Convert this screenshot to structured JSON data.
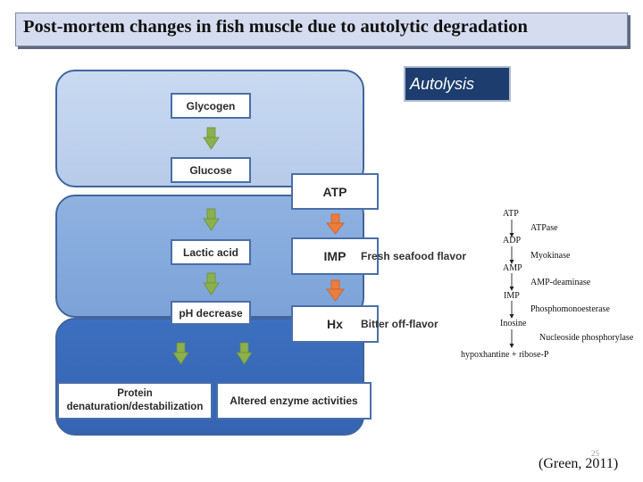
{
  "title": "Post-mortem changes in fish muscle due to autolytic degradation",
  "section_label": "Autolysis",
  "flow": {
    "glycogen": "Glycogen",
    "glucose": "Glucose",
    "lactic_acid": "Lactic acid",
    "ph_decrease": "pH decrease",
    "atp": "ATP",
    "imp": "IMP",
    "hx": "Hx",
    "fresh_flavor": "Fresh seafood flavor",
    "bitter_flavor": "Bitter off-flavor",
    "protein_line1": "Protein",
    "protein_line2": "denaturation/destabilization",
    "enzyme": "Altered enzyme activities"
  },
  "pathway": {
    "compounds": [
      "ATP",
      "ADP",
      "AMP",
      "IMP",
      "Inosine"
    ],
    "enzymes": [
      "ATPase",
      "Myokinase",
      "AMP-deaminase",
      "Phosphomonoesterase",
      "Nucleoside phosphorylase"
    ],
    "final": "hypoxhantine + ribose-P"
  },
  "citation": "(Green, 2011)",
  "page_number": "25",
  "colors": {
    "green_arrow": "#8bb04e",
    "orange_arrow": "#ec7d3c",
    "autolysis_bg": "#1d3d6e"
  }
}
